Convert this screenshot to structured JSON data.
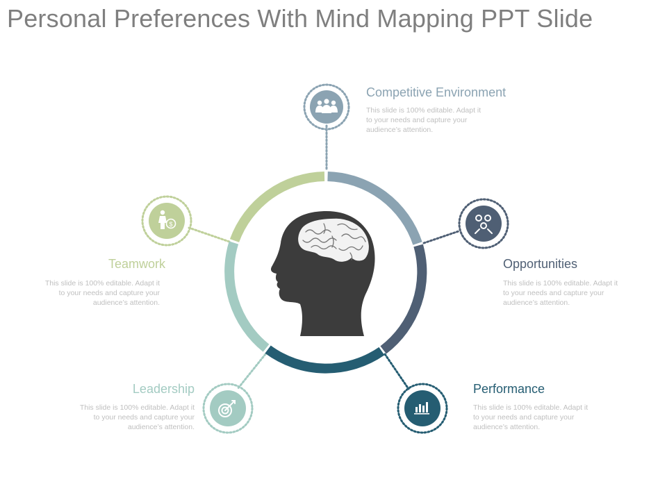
{
  "title": "Personal Preferences With Mind Mapping PPT Slide",
  "colors": {
    "competitive": "#8ba3b2",
    "opportunities": "#4f5f74",
    "performance": "#255d72",
    "leadership": "#a3cbc2",
    "teamwork": "#bfd09a",
    "head": "#3c3c3c"
  },
  "nodes": {
    "competitive": {
      "label": "Competitive Environment",
      "icon": "team-icon",
      "description": "This slide is 100% editable. Adapt it\nto your needs and capture your\naudience’s attention."
    },
    "opportunities": {
      "label": "Opportunities",
      "icon": "gears-icon",
      "description": "This slide is 100% editable. Adapt it\nto your needs and capture your\naudience’s attention."
    },
    "performance": {
      "label": "Performance",
      "icon": "bar-chart-icon",
      "description": "This slide is 100% editable. Adapt it\nto your needs and capture your\naudience’s attention."
    },
    "leadership": {
      "label": "Leadership",
      "icon": "target-icon",
      "description": "This slide is 100% editable. Adapt it\nto your needs and capture your\naudience’s attention."
    },
    "teamwork": {
      "label": "Teamwork",
      "icon": "money-person-icon",
      "description": "This slide is 100% editable. Adapt it\nto your needs and capture your\naudience’s attention."
    }
  },
  "center_icon": "head-brain-icon"
}
